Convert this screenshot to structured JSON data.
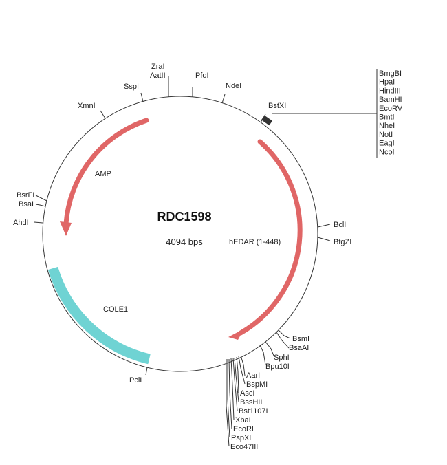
{
  "plasmid": {
    "name": "RDC1598",
    "length": "4094 bps"
  },
  "features": {
    "amp": "AMP",
    "hedar": "hEDAR (1-448)",
    "cole1": "COLE1"
  },
  "colors": {
    "arrow": "#e06666",
    "ori": "#6fd3d3"
  },
  "sites": {
    "top": [
      "ZraI",
      "AatII",
      "PfoI",
      "NdeI",
      "SspI",
      "XmnI",
      "BstXI"
    ],
    "cluster_right": [
      "BmgBI",
      "HpaI",
      "HindIII",
      "BamHI",
      "EcoRV",
      "BmtI",
      "NheI",
      "NotI",
      "EagI",
      "NcoI"
    ],
    "right": [
      "BclI",
      "BtgZI"
    ],
    "lower_right": [
      "BsmI",
      "BsaAI",
      "SphI",
      "Bpu10I"
    ],
    "bottom_cluster": [
      "AarI",
      "BspMI",
      "AscI",
      "BssHII",
      "Bst1107I",
      "XbaI",
      "EcoRI",
      "PspXI",
      "Eco47III"
    ],
    "bottom": [
      "PciI"
    ],
    "left": [
      "BsrFI",
      "BsaI",
      "AhdI"
    ]
  }
}
